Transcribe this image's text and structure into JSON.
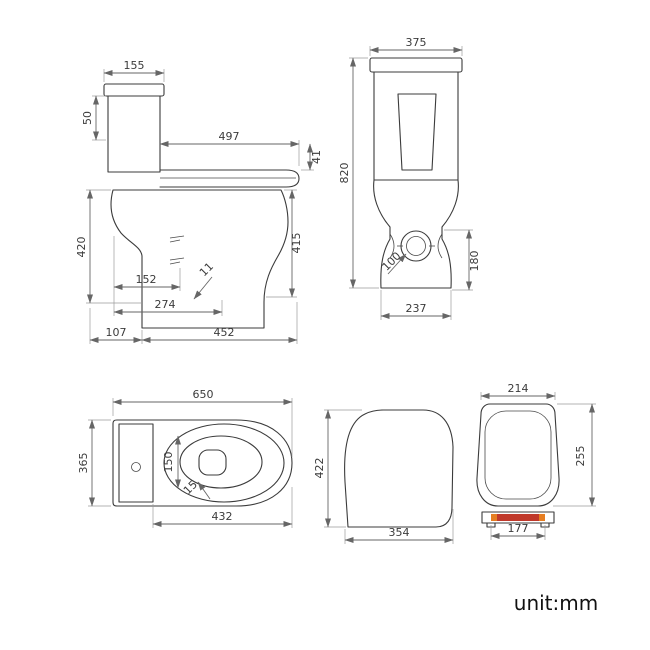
{
  "unit_label": "unit:mm",
  "colors": {
    "hinge_red": "#c0392b",
    "hinge_orange": "#e67e22"
  },
  "side_view": {
    "tank_lid_width": "155",
    "tank_top_height": "50",
    "seat_length": "497",
    "seat_thickness": "41",
    "left_height": "420",
    "right_height": "415",
    "trap_offset": "152",
    "trap_wall": "11",
    "trap_center": "274",
    "rear_offset": "107",
    "base_length": "452"
  },
  "front_view": {
    "tank_width": "375",
    "total_height": "820",
    "drain_diameter": "100",
    "outlet_height": "180",
    "base_width": "237"
  },
  "top_view": {
    "total_length": "650",
    "total_width": "365",
    "opening_width": "150",
    "rim_gap": "15",
    "bowl_length": "432"
  },
  "lid_side_view": {
    "height": "422",
    "depth": "354"
  },
  "seat_top_view": {
    "top_width": "214",
    "length": "255",
    "hinge_width": "177"
  }
}
